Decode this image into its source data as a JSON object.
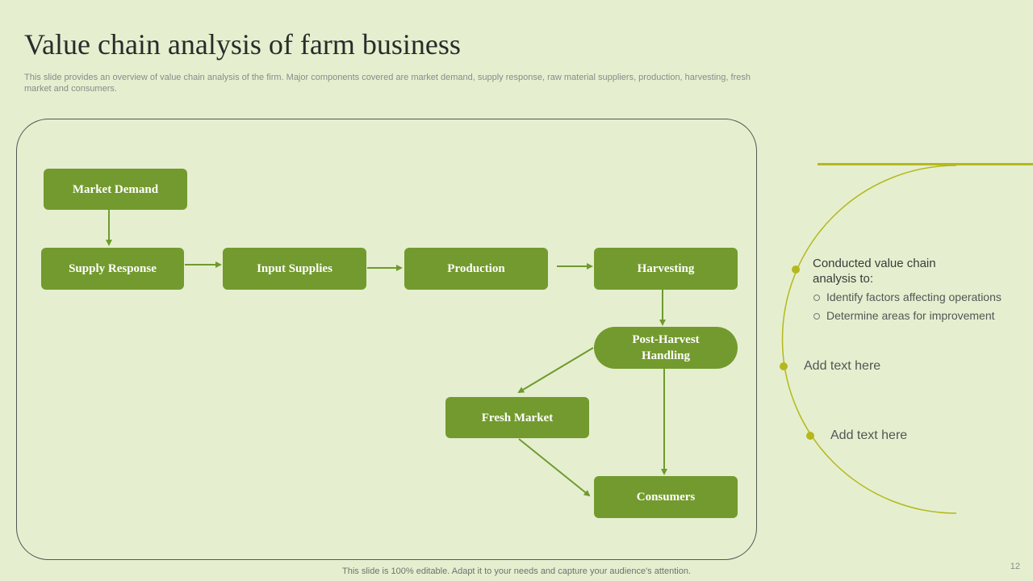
{
  "slide": {
    "title": "Value chain analysis  of farm business",
    "subtitle": "This slide provides an overview of value chain analysis of the firm. Major components covered are market demand, supply response, raw material suppliers, production, harvesting, fresh market and consumers.",
    "footer": "This slide is 100% editable. Adapt it to your needs and capture your audience's attention.",
    "page_number": "12"
  },
  "diagram": {
    "nodes": {
      "market_demand": "Market Demand",
      "supply_response": "Supply  Response",
      "input_supplies": "Input  Supplies",
      "production": "Production",
      "harvesting": "Harvesting",
      "post_harvest": "Post-Harvest Handling",
      "fresh_market": "Fresh Market",
      "consumers": "Consumers"
    },
    "colors": {
      "node": "#739a2e",
      "arrow": "#6f9a2e",
      "accent": "#b5b81d"
    }
  },
  "side": {
    "heading": "Conducted value chain analysis to:",
    "items": [
      "Identify factors affecting operations",
      "Determine areas for improvement"
    ],
    "add_text_1": "Add text here",
    "add_text_2": "Add text here"
  }
}
